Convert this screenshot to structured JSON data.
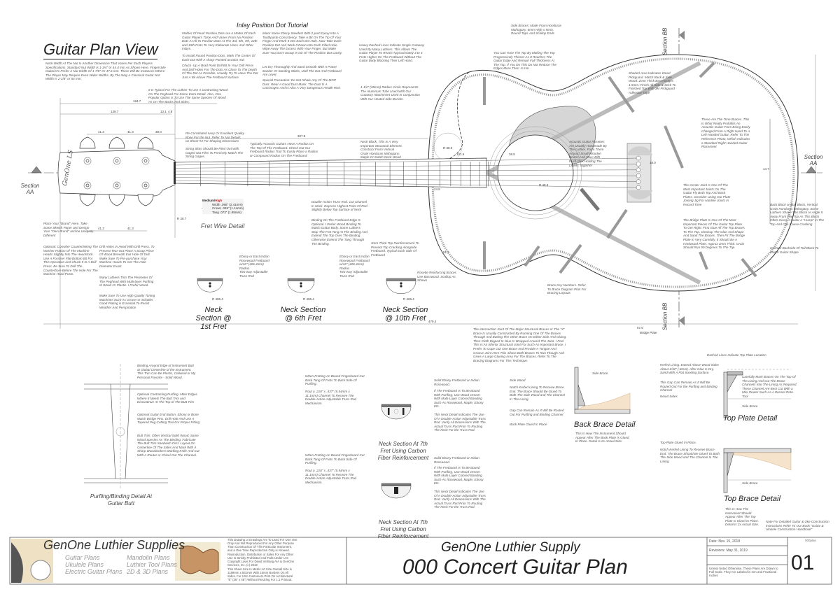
{
  "sheet": {
    "title": "Guitar Plan View",
    "inlay_title": "Inlay Position Dot Tutorial",
    "section_aa": "Section AA",
    "section_bb": "Section BB",
    "fret_wire": {
      "title": "Fret Wire Detail",
      "grade_medium": "Medium/",
      "grade_high": "High",
      "width": "Width .095\" (2.41mm)",
      "crown": "Crown .045\" (1.14mm)",
      "tang": "Tang .073\" (1.85mm)"
    },
    "dimensions": [
      "184.7",
      "139.7",
      "13.1",
      "4.8",
      "41.3",
      "41.3",
      "38.0",
      "41.3",
      "41.3",
      "R 28.7",
      "307.8",
      "R 48.3",
      "51.4",
      "479.4",
      "57.5",
      "24.8",
      "R 38.0",
      "101.6",
      "38.5",
      "18.0",
      "14.7"
    ],
    "bridge_plate_label": "Bridge Plate"
  },
  "notes": {
    "nut_width": "Neck Width At The Nut Is Another Dimension That Varies Per Each Players Specifications. Standard Nut Width Is 1-3/4\" or 44.4 mm As Shown Here. Fingerstyle Guitarist's Prefer A Nut Width Of 1-7/8\" Or 47.6 mm. There Will Be Instances Where The Player May Require Even Wider Widths. By The Way A Classical Guitar Nut Width Is 2-1/8\" or 54 mm.",
    "mother_of_pearl": "Mother Of Pearl Position Dots Are A Matter Of Each Guitar Players Taste And Varies From No Position Dots At All To Position Dots At The 3rd, 5th, 7th, 12th and 15th Frets To Very Elaborate Vines And Other Inlays.",
    "install_dots": "To Install Round Position Dots, Mark The Center Of Each Dot With A sharp-Pointed Scratch Awl.",
    "chuck_up": "Chuck -Up A Brad Point Drill Bit In Your Drill Press And Drill Holes For The Dots As Close To The Depth Of The Dot As Possible. Usually Try To Have The Dot Just A Bit Above The Fretboard Surface.",
    "minor_ebony": "Minor Some Ebony Sawdust With 2-part Epoxy Into A Toothpaste Consistency. Take A Bit On The Tip Of Your Finger And Work It Into Each Dot Hole. Now Take Each Position Dot And Work It Down Into Each Filled Hole. Wipe Away The Excess With Your Finger. But Make Sure You Don't Scoop It Out Of The Position Dot Cavity.",
    "let_dry": "Let Dry Thoroughly And Sand Smooth With A Power Sander Or Sanding Sticks, Until The Dot And Fretboard Are Level.",
    "special_precaution": "Special Precaution: Do Not Inhale Any Of The MOP Dust. Wear A Good Dust Mask. The Dust Is A Carcinogen And Is Also A Very Dangerous Health Risk.",
    "heavy_dashed": "Heavy Dashed Lines Indicate Single Cutaway Used By Many Luthiers. This Allows The Guitar Player To Reach Approximately 3 to 4 Frets Higher On The Fretboard Without The Guitar Body Blocking Their Left Hand.",
    "radius_circle": "1-1/2\" (38mm) Radius Circle Represents The Aluminum Tube Used With Our Cutaway Attachment Used In Conjunction With Our Heated Side Bender.",
    "tune_top": "You Can Tune The Top By Making The Top Progressively Thinner As It Reaches The Guitar Edge And Remain Full Thickness At The Top. If You Do This Do Not Reduce The Edges More Than .5 mm.",
    "side_braces": "Side Braces: Made From Honduras Mahogany. 6mm High x 5mm. Round Tops And Scallop Ends",
    "shaded_area": "Shaded Area Indicates Wood Pickguard. Match Back & Side Wood. 2mm Thick Bevel Edges 1.5mm. Finish All Side & Stick To Finished Top With 3M Pickguard Adhesive Tape",
    "tone_braces": "These Are The Tone Braces. This Is What Really Prohibits An Acoustic Guitar From Being Easily Changed From A Right Hand To A Left-Handed Guitar. Refer To The Reference Photo, Which Indicates a Standard Right Handed Guitar Placement",
    "back_block": "Back Block or Butt Block, Vertical Grain Honduras Mahogany. Some Luthiers Shave This Block or Angle It Away From The Top As This Block Often Gives A Guitar A \"Hump\" In The Top And Can Cause Cracking",
    "contour_tail": "Contour Backside Of Tail Block To Match Guitar Shape",
    "center_joint": "The Center Joint Is One Of The Most Important Joints On The Guitar Fly Both Top And Back Plates. Consider Using Our Plate Joining Jig For Hairline Joints In Record Time",
    "bridge_plate": "The Bridge Plate Is One Of The Most Important Pieces Of The Guitar Top Plate To Get Right. First Glue All The Top Braces To The Top, Cleanup The Glue And Shape And Sand The Braces. Then Fit The Bridge Plate In Very Carefully. It Should Be A Hardwood Plate, Approx 3mm Thick. Grain Should Run 90 Degrees To The Top.",
    "intersection": "The Intersection Joint Of The Major Structural Braces or The \"X\" Brace Is Usually Constructed By Running One Of The Braces Through And Butting The Other Brace On Either Side And Gluing. Then Cloth Dipped In Glue Is Wrapped Around The Joint. I Feel This Is An Inferior Structural Joint For Such An Important Brace. I Prefer To Cope Out One Brace And Provide A Tongue And Groove Joint Here This Allows Both Braces To Run Though And Gives A Large Glueing Area For The Braces. Refer To The Bracing Diagrams For This Technique.",
    "rosettes": "Acoustic Guitar Rosettes Are Usually Handmade By The Luthier. Form Them Around Small Wooden Drums And Glue With Push Pins Holding The Layers Together",
    "rosette_braces": "Rosette Reinforcing Braces Use Basswood. Scallop As Shown",
    "brace_key": "Brace Key Numbers. Refer To Brace Diagram Plan For Bracing Layouts",
    "typical_luthier": "It Is Typical For The Luthier To Use A Contrasting Wood On The Peghead For Some Extra Detail. Also, One Popular Option Is To Use The Same Species Of Wood As On The Backs And Sides.",
    "reconstituted": "Re-Constituted Ivory Or Excellent Quality Bone For the Nut. Refer To Nut Details on Sheet #4 For Shaping Dimensions",
    "string_slots": "String Slots Should Be Filed Out With Gaged Nut Files To Precisely Match The String Gages.",
    "typically_radius": "Typically Acoustic Guitars Have A Radius On The Top Of The Fretboard. Check Out Our Fretboard Radius Tool To Easily Place a Radius or Compound Radius On The Fretboard.",
    "neck_block": "Neck Block, This Is A Very Important Structural Element. Construct From Vertical Grain Honduras Mahogany. Maple Or Match Neck Wood",
    "double_action": "Double-Action Truss Rod. Cut Channel In Neck. Depress Highest Point Of Rod Slightly Below Top Surface of Neck",
    "binding_fretboard": "Binding On The Fretboard Edge Is Optional. I Prefer Wood Binding To Match Guitar Body. Some Luthiers Stop The Fret Tang At The Binding And Extend The Top Over The Binding. Otherwise Extend The Tang Through The Binding.",
    "top_reinforcement": "3mm Thick Top Reinforcement To Prevent Top Cracking Alongside Fretboard. Typical Each Side Of Fretboard",
    "place_brand": "Place Your \"Brand\" Here. Take Some Sketch Paper and Design Your \"Own Brand\" and be Uniquely Different",
    "counterlinking": "Optional: Consider Counterlinking The Washer Portion Of The Machine Heads Slightly Into The Headstock. Use A Forstner Flat-Bottom Bit For This Operation and Chuck It In A Drill Press. Be Sure To Drill The Counterbore Before The Hole For The Machine Head Posts.",
    "drill_holes": "Drill Holes In Head With Drill Press, To Prevent Tear-Out Place A Scrap Piece Of Wood Beneath Exit Hole Of Drill. Make Sure To Pre-purchase Your Machine Heads To Get The Hole Diameter Exact.",
    "many_luthiers": "Many Luthiers Trim The Perimeter Of The Peghead With Multi-layer Purfling of Wood Or Plastic. I Prefer Wood.",
    "router_nut": "Make Sure To Use High Quality Tuning Machines Such As Grover or Schaller. Good Plating is Essential To Resist Weather And Perspiration",
    "ebony_fretboard": "Ebony or East Indian Rosewood Fretboard w/16\" (406.4mm) Radius",
    "truss_rod": "Two-way Adjustable Truss Rod",
    "binding_butt": "Binding Around Edge of Instrument Butt at Global Centerline of the Instrument. This Trim Can Be Plastic, Celluloid or My Personal Favorite - Solid Wood.",
    "optional_purfling": "Optional Contrasting Purfling. Miter Edges Where It Meets The Butt Trim and Discontinue At The Top of The Butt Trim",
    "end_button": "Optional Guitar End Button. Ebony or Bone Match Bridge Pins. Drill Hole And Use A Tapered Peg-Cutting Tool For Proper Fitting",
    "butt_trim": "Butt Trim: Often Vertical Solid Wood, Same Wood Species As The Binding. Fabricate The Butt Trim Sandwich First. Layout On Centerline Of The Sides And Mark With A Sharp Woodworkers Marking Knife And Cut With A Router or Chisel Out The Channel.",
    "fretting_bound": "When Fretting An Bound Fingerboard Cut Back Tang Of Frets To Back Side Of Purfling.",
    "rout_channel": "Rout a .218\" x .437\" (5.54mm x 11.1mm) Channel To Receive The Double Action Adjustable Truss Rod Mechanism.",
    "solid_ebony": "Solid Ebony Fretboard or Indian Rosewood.",
    "if_bound": "If The Fretboard Is To Be Bound With Purfling, Use Wood Veneer With Multi-Layer Colored Banding Such As Rosewood, Maple, Ebony Etc.",
    "neck_detail": "This Neck Detail Indicates The Use Of A Double-Action Adjustable Truss Rod. Verify All Dimensions With The Actual Truss Rod Prior To Routing The Neck For the Truss Rod.",
    "side_brace": "Side Brace",
    "side_wood": "Side Wood",
    "notch_kerfed": "Notch Kerfed Lining To Receive Brace End. The Brace Should Be Glued To Both The Side Wood and The Channel In The Lining.",
    "gap_remain": "Gap Can Remain As It Will Be Routed Out For Purfling and Binding Channel",
    "back_plate_glued": "Back Plate Glued In Place",
    "back_brace_appear": "This Is How The Instrument Should Appear After The Back Plate Is Glued In Place. Detail Is 2x Actual Size.",
    "dashed_top": "Dashed Lines Indicate Top Plate Location",
    "kerfed_lining": "Kerfed Lining. Extend Above Wood Sides About 1/32\" (.8mm). After Glue Is Dry, Sand With A Flat Sanding Surface.",
    "gap_top": "This Gap Can Remain As It Will Be Routed Out For the Purfling and Binding Channel",
    "wood_sides": "Wood Sides",
    "mark_braces": "Carefully Mark Braces On The Top Of The Lining And Cut The Brace Channels Into The Lining As Required. These Channel Are Best Cut With a Mini Router Such As A Dremel Roto-Tool",
    "top_plate_glued": "Top Plate Glued In Place.",
    "top_brace_appear": "This Is How The Instrument Should Appear After The Top Plate Is Glued In Place. Detail Is 2x Actual Size.",
    "book_note": "Note For Detailed Guitar & Uke Construction Instructions Refer To Our Book \"Guitar & Ukulele Construction Handbook\""
  },
  "details": {
    "neck_1": "Neck Section @ 1st Fret",
    "neck_6": "Neck Section @ 6th Fret",
    "neck_10": "Neck Section @ 10th Fret",
    "cf_1": "Neck Section At 7th Fret Using Carbon Fiber Reinforcement",
    "cf_2": "Neck Section At 7th Fret Using Carbon Fiber Reinforcement",
    "purfling": "Purfling/Binding Detail At Guitar Butt",
    "back_brace": "Back Brace Detail",
    "top_plate": "Top Plate Detail",
    "top_brace": "Top Brace Detail",
    "radius_label": "R 406.4"
  },
  "title_block": {
    "brand": "GenOne Luthier Supplies",
    "products": [
      "Guitar Plans",
      "Ukulele Plans",
      "Electric Guitar Plans",
      "Mandolin Plans",
      "Luthier Tool Plans",
      "2D & 3D Plans"
    ],
    "legal_1": "This Drawing or Drawings Are To Used For One Use Only And Not Reproduced For Any Other Purpose Than Construction Of This Particular Instrument, and a One Time Reproduction Only is Allowed.",
    "legal_2": "Reproduction, Distribution or Sales For Any Other Use Is Strictly Prohibited And Falls Under U.S Copyright Laws For David VerBurg AIA & GenOne Services, Inc. (c) 2019",
    "legal_3": "This Sheet Size Is Metric A0 Size Overall Size is 1189mm x 841mm With 15mm Borders On All Sides. For USA Customers Print On Architectural \"E\" (36\" x 48\") Without Resizing For 1:1 Printout.",
    "company": "GenOne Luthier Supply",
    "plan_title": "000 Concert Guitar Plan",
    "date": "Date: Nov. 15, 2018",
    "revisions": "Revisions: May 31, 2019",
    "scale_note": "Unless Noted Otherwise, These Plans Are Drawn to Full Scale. They Are Labeled in mm and Fractional Inches",
    "sheet_code": "000plan",
    "sheet_number": "01"
  },
  "colors": {
    "line": "#333333",
    "brace": "#9a9a9a",
    "pickguard": "#d6d6d6",
    "wood": "#f6e3cc",
    "accent_red": "#cc2222"
  }
}
